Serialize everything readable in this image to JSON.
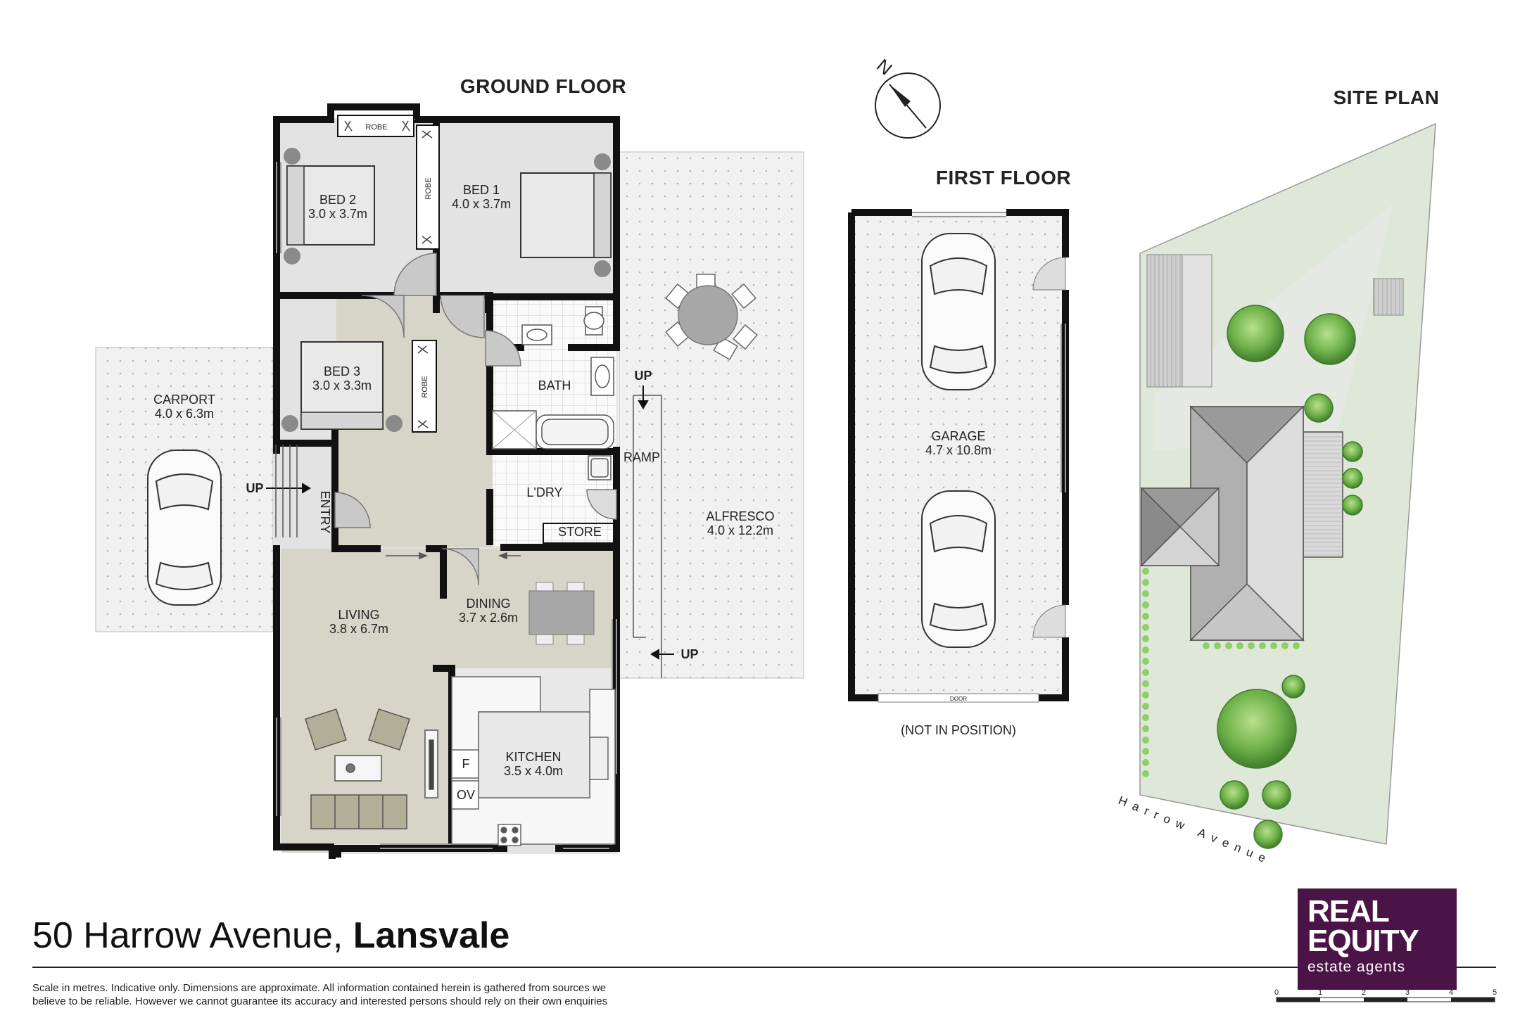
{
  "headings": {
    "ground_floor": "GROUND FLOOR",
    "first_floor": "FIRST FLOOR",
    "site_plan": "SITE PLAN",
    "north": "N"
  },
  "rooms": {
    "bed2_name": "BED 2",
    "bed2_size": "3.0 x 3.7m",
    "bed1_name": "BED 1",
    "bed1_size": "4.0 x 3.7m",
    "bed3_name": "BED 3",
    "bed3_size": "3.0 x 3.3m",
    "carport_name": "CARPORT",
    "carport_size": "4.0 x 6.3m",
    "living_name": "LIVING",
    "living_size": "3.8 x 6.7m",
    "dining_name": "DINING",
    "dining_size": "3.7 x 2.6m",
    "kitchen_name": "KITCHEN",
    "kitchen_size": "3.5 x 4.0m",
    "alfresco_name": "ALFRESCO",
    "alfresco_size": "4.0 x 12.2m",
    "garage_name": "GARAGE",
    "garage_size": "4.7 x 10.8m",
    "bath": "BATH",
    "ldry": "L'DRY",
    "store": "STORE",
    "ramp": "RAMP",
    "entry": "ENTRY",
    "robe": "ROBE",
    "f": "F",
    "ov": "OV",
    "door": "DOOR",
    "up": "UP"
  },
  "garage_note": "(NOT IN POSITION)",
  "street": "Harrow Avenue",
  "address": {
    "street": "50 Harrow Avenue,",
    "suburb": "Lansvale"
  },
  "disclaimer_line1": "Scale in metres. Indicative only. Dimensions are approximate. All information contained herein is gathered from sources we",
  "disclaimer_line2": "believe to be reliable. However we cannot guarantee its accuracy and interested persons should rely on their own enquiries",
  "logo": {
    "line1": "REAL",
    "line2": "EQUITY",
    "line3": "estate agents",
    "color": "#4b1447"
  },
  "scale_ticks": [
    "0",
    "1",
    "2",
    "3",
    "4",
    "5"
  ],
  "colors": {
    "wall": "#111111",
    "room_fill": "#e4e4e4",
    "living_fill": "#d6d5c8",
    "lawn": "#dfe8d8",
    "tree": "#6fb24a"
  }
}
